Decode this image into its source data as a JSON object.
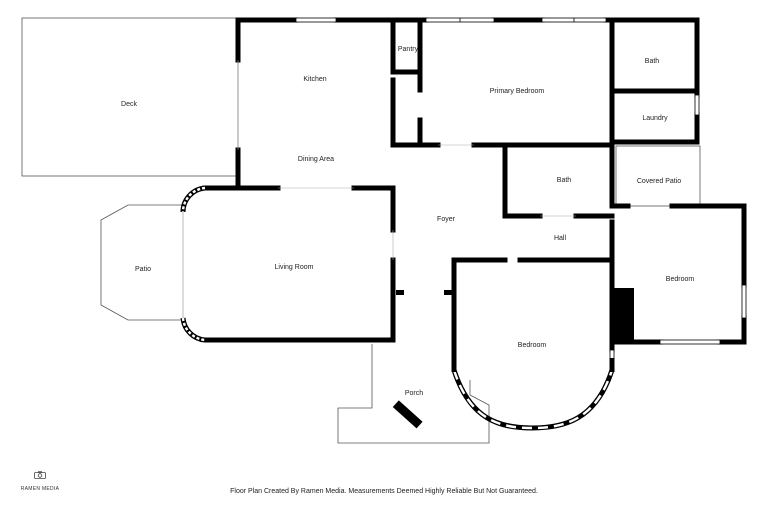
{
  "rooms": {
    "deck": "Deck",
    "kitchen": "Kitchen",
    "pantry": "Pantry",
    "primary_bedroom": "Primary Bedroom",
    "bath_top": "Bath",
    "laundry": "Laundry",
    "dining_area": "Dining Area",
    "bath_mid": "Bath",
    "covered_patio": "Covered Patio",
    "foyer": "Foyer",
    "hall": "Hall",
    "patio": "Patio",
    "living_room": "Living Room",
    "bedroom_right": "Bedroom",
    "bedroom_bottom": "Bedroom",
    "porch": "Porch"
  },
  "logo": {
    "text": "RAMEN MEDIA",
    "icon": "camera-icon"
  },
  "footer": {
    "text": "Floor Plan Created By Ramen Media. Measurements Deemed Highly Reliable But Not Guaranteed."
  }
}
